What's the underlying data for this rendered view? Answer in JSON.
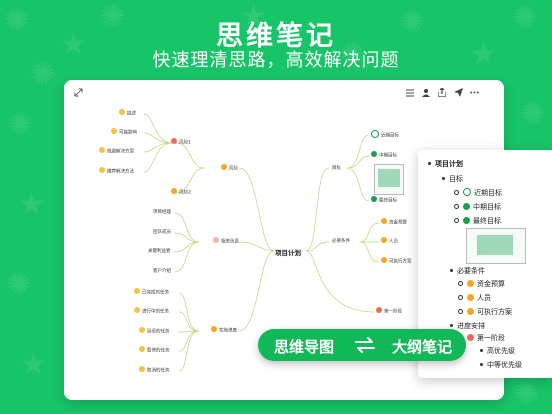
{
  "hero": {
    "title": "思维笔记",
    "subtitle": "快速理清思路，高效解决问题"
  },
  "colors": {
    "brand_green": "#18c468",
    "orange": "#f5a623",
    "red": "#f06a5a",
    "dark_green": "#1a9d4e"
  },
  "toolbar": {
    "collapse_icon": "collapse-arrows-icon",
    "outline_icon": "list-icon",
    "share_user_icon": "user-icon",
    "export_icon": "export-icon",
    "send_icon": "send-icon",
    "more_icon": "more-icon"
  },
  "mindmap": {
    "root": "项目计划",
    "left": {
      "risk": {
        "label": "风险",
        "risk1": {
          "label": "风险1",
          "children": [
            "描述",
            "可能影响",
            "规避解决方案",
            "推荐解决方法"
          ]
        },
        "risk2": {
          "label": "风险2"
        }
      },
      "people": {
        "label": "相关信息",
        "children": [
          "项目经理",
          "团队成员",
          "关键利益者",
          "客户介绍"
        ]
      },
      "progress": {
        "label": "实际进度",
        "children": [
          "已完成的任务",
          "进行中的任务",
          "延迟的任务",
          "暂停的任务",
          "取消的任务"
        ]
      }
    },
    "right": {
      "goal": {
        "label": "目标",
        "children": [
          "近期目标",
          "中期目标",
          "最终目标"
        ]
      },
      "conditions": {
        "label": "必要条件",
        "children": [
          "资金预算",
          "人员",
          "可执行方案"
        ]
      },
      "phase": {
        "label": "第一阶段"
      }
    }
  },
  "outline": {
    "root": "项目计划",
    "goal": "目标",
    "goal_items": [
      "近期目标",
      "中期目标",
      "最终目标"
    ],
    "conditions": "必要条件",
    "condition_items": [
      "资金预算",
      "人员",
      "可执行方案"
    ],
    "schedule": "进度安排",
    "phase1": "第一阶段",
    "phase1_items": [
      "高优先级",
      "中等优先级"
    ]
  },
  "banner": {
    "left": "思维导图",
    "right": "大纲笔记",
    "switch_icon": "swap-arrows-icon"
  }
}
